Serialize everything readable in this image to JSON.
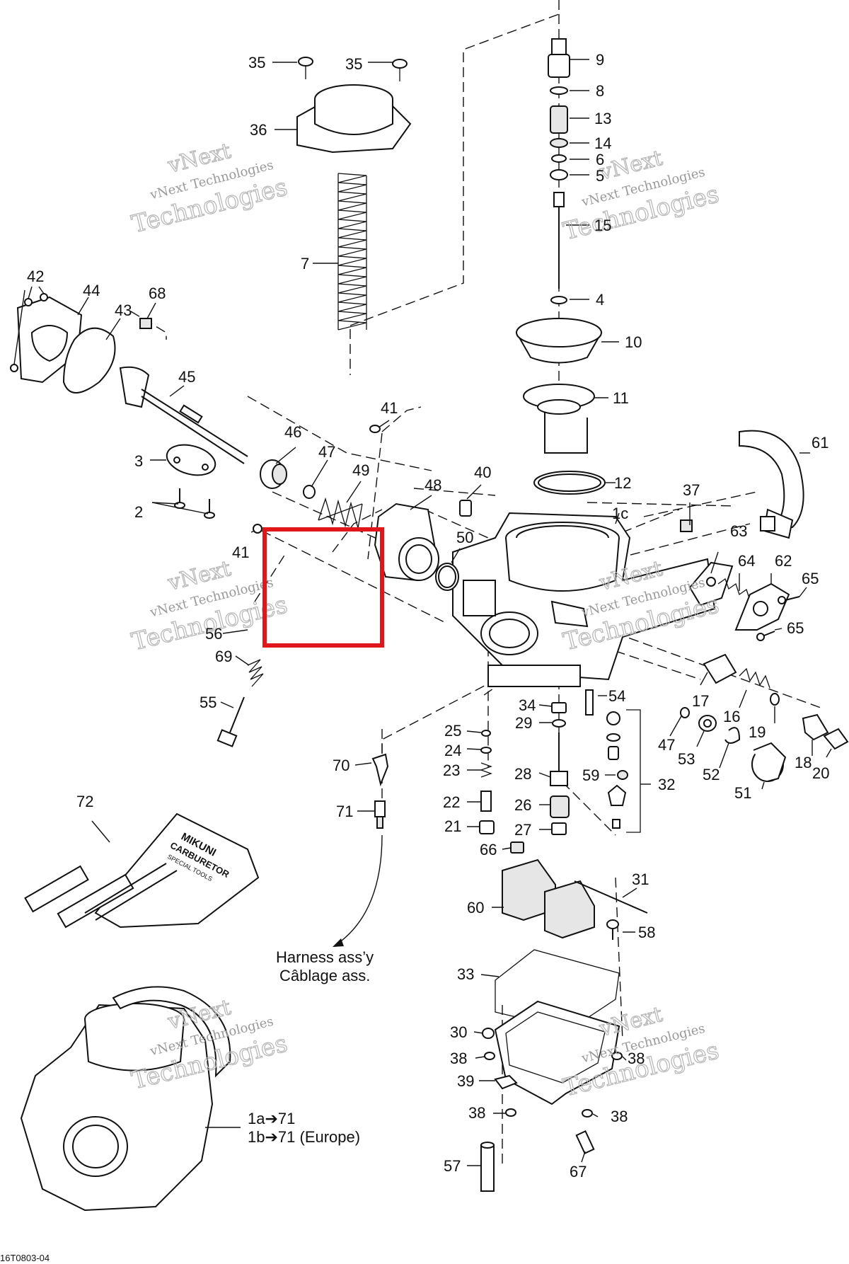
{
  "labels": [
    {
      "id": "35a",
      "text": "35"
    },
    {
      "id": "35b",
      "text": "35"
    },
    {
      "id": "36",
      "text": "36"
    },
    {
      "id": "7",
      "text": "7"
    },
    {
      "id": "9",
      "text": "9"
    },
    {
      "id": "8",
      "text": "8"
    },
    {
      "id": "13",
      "text": "13"
    },
    {
      "id": "14",
      "text": "14"
    },
    {
      "id": "6",
      "text": "6"
    },
    {
      "id": "5",
      "text": "5"
    },
    {
      "id": "15",
      "text": "15"
    },
    {
      "id": "4",
      "text": "4"
    },
    {
      "id": "10",
      "text": "10"
    },
    {
      "id": "11",
      "text": "11"
    },
    {
      "id": "12",
      "text": "12"
    },
    {
      "id": "1c",
      "text": "1c"
    },
    {
      "id": "37",
      "text": "37"
    },
    {
      "id": "61",
      "text": "61"
    },
    {
      "id": "63",
      "text": "63"
    },
    {
      "id": "64",
      "text": "64"
    },
    {
      "id": "62",
      "text": "62"
    },
    {
      "id": "65a",
      "text": "65"
    },
    {
      "id": "65b",
      "text": "65"
    },
    {
      "id": "42",
      "text": "42"
    },
    {
      "id": "44",
      "text": "44"
    },
    {
      "id": "43",
      "text": "43"
    },
    {
      "id": "68",
      "text": "68"
    },
    {
      "id": "45",
      "text": "45"
    },
    {
      "id": "41a",
      "text": "41"
    },
    {
      "id": "41b",
      "text": "41"
    },
    {
      "id": "46",
      "text": "46"
    },
    {
      "id": "47a",
      "text": "47"
    },
    {
      "id": "49",
      "text": "49"
    },
    {
      "id": "48",
      "text": "48"
    },
    {
      "id": "40",
      "text": "40"
    },
    {
      "id": "50",
      "text": "50"
    },
    {
      "id": "3",
      "text": "3"
    },
    {
      "id": "2",
      "text": "2"
    },
    {
      "id": "56",
      "text": "56"
    },
    {
      "id": "69",
      "text": "69"
    },
    {
      "id": "55",
      "text": "55"
    },
    {
      "id": "34",
      "text": "34"
    },
    {
      "id": "54",
      "text": "54"
    },
    {
      "id": "29",
      "text": "29"
    },
    {
      "id": "17",
      "text": "17"
    },
    {
      "id": "16",
      "text": "16"
    },
    {
      "id": "19",
      "text": "19"
    },
    {
      "id": "47b",
      "text": "47"
    },
    {
      "id": "53",
      "text": "53"
    },
    {
      "id": "52",
      "text": "52"
    },
    {
      "id": "51",
      "text": "51"
    },
    {
      "id": "18",
      "text": "18"
    },
    {
      "id": "20",
      "text": "20"
    },
    {
      "id": "25",
      "text": "25"
    },
    {
      "id": "24",
      "text": "24"
    },
    {
      "id": "23",
      "text": "23"
    },
    {
      "id": "28",
      "text": "28"
    },
    {
      "id": "59",
      "text": "59"
    },
    {
      "id": "32",
      "text": "32"
    },
    {
      "id": "22",
      "text": "22"
    },
    {
      "id": "26",
      "text": "26"
    },
    {
      "id": "21",
      "text": "21"
    },
    {
      "id": "27",
      "text": "27"
    },
    {
      "id": "66",
      "text": "66"
    },
    {
      "id": "70",
      "text": "70"
    },
    {
      "id": "71",
      "text": "71"
    },
    {
      "id": "72",
      "text": "72"
    },
    {
      "id": "31",
      "text": "31"
    },
    {
      "id": "60",
      "text": "60"
    },
    {
      "id": "58",
      "text": "58"
    },
    {
      "id": "33",
      "text": "33"
    },
    {
      "id": "30",
      "text": "30"
    },
    {
      "id": "38a",
      "text": "38"
    },
    {
      "id": "38b",
      "text": "38"
    },
    {
      "id": "39",
      "text": "39"
    },
    {
      "id": "38c",
      "text": "38"
    },
    {
      "id": "38d",
      "text": "38"
    },
    {
      "id": "57",
      "text": "57"
    },
    {
      "id": "67",
      "text": "67"
    }
  ],
  "captions": {
    "harness_en": "Harness ass’y",
    "harness_fr": "Câblage ass.",
    "assembly_line1": "1a➔71",
    "assembly_line2": "1b➔71 (Europe)",
    "tool_kit_text1": "MIKUNI",
    "tool_kit_text2": "CARBURETOR",
    "tool_kit_text3": "SPECIAL TOOLS",
    "footer_code": "16T0803-04"
  },
  "watermark": {
    "line1": "vNext",
    "line2": "vNext Technologies",
    "line3": "Technologies"
  },
  "highlight": {
    "color": "#e0161b"
  }
}
